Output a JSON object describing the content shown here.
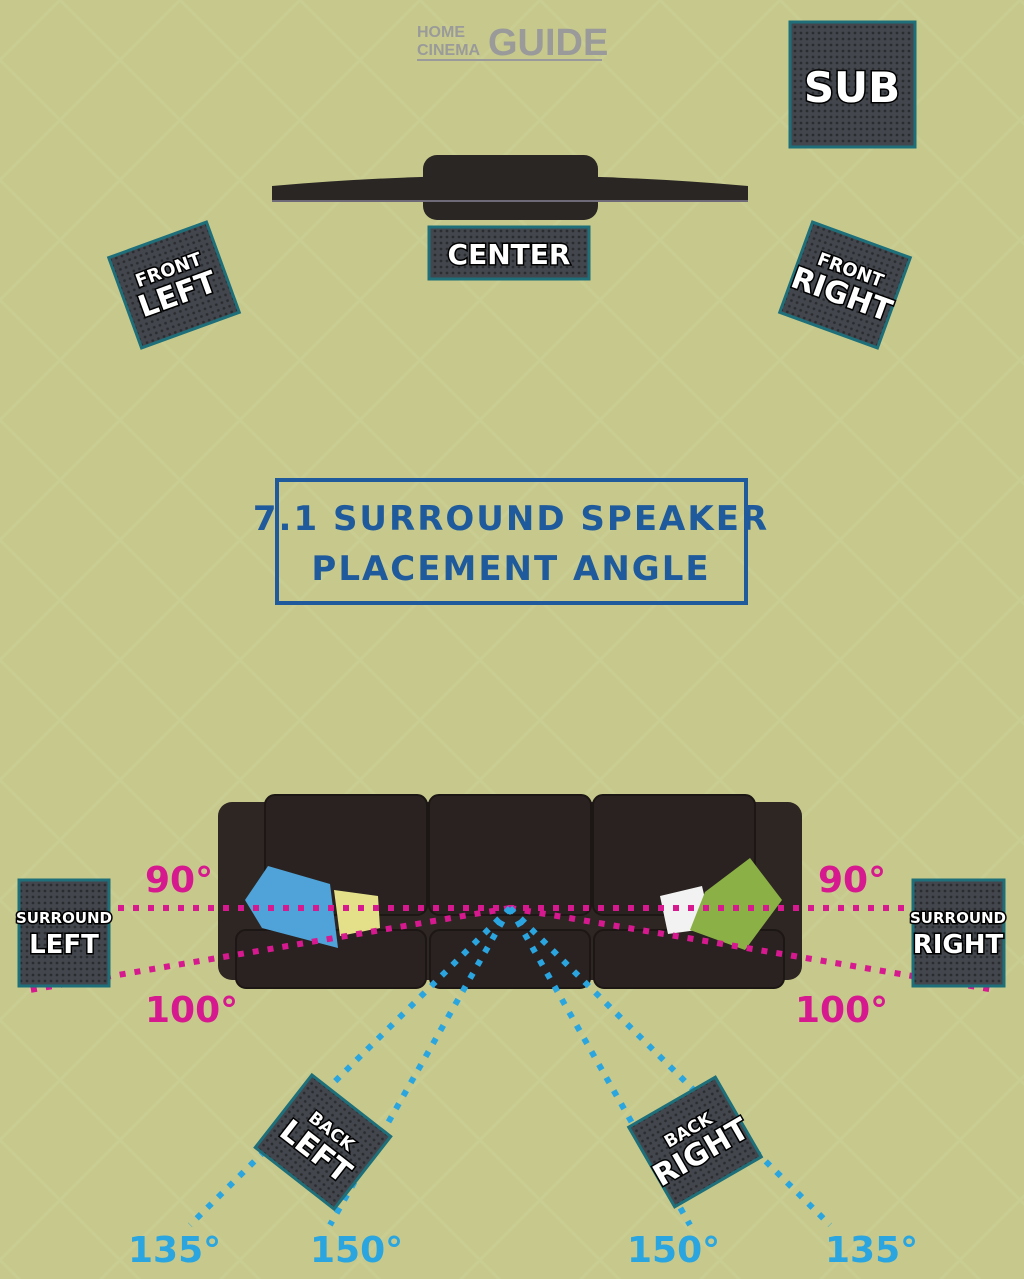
{
  "logo": {
    "line1": "HOME",
    "line2": "CINEMA",
    "brand": "GUIDE"
  },
  "title": {
    "line1": "7.1 SURROUND SPEAKER",
    "line2": "PLACEMENT ANGLE"
  },
  "speakers": {
    "sub": "SUB",
    "center": "CENTER",
    "front_left": {
      "line1": "FRONT",
      "line2": "LEFT"
    },
    "front_right": {
      "line1": "FRONT",
      "line2": "RIGHT"
    },
    "surround_left": {
      "line1": "SURROUND",
      "line2": "LEFT"
    },
    "surround_right": {
      "line1": "SURROUND",
      "line2": "RIGHT"
    },
    "back_left": {
      "line1": "BACK",
      "line2": "LEFT"
    },
    "back_right": {
      "line1": "BACK",
      "line2": "RIGHT"
    }
  },
  "angles": {
    "left_90": "90°",
    "right_90": "90°",
    "left_100": "100°",
    "right_100": "100°",
    "left_135": "135°",
    "left_150": "150°",
    "right_150": "150°",
    "right_135": "135°"
  },
  "colors": {
    "background": "#c6c98b",
    "speaker_fill": "#3a3d42",
    "speaker_border": "#1e6f7a",
    "sofa": "#2e2623",
    "tv": "#2a2624",
    "side_lines": "#d6198f",
    "rear_lines": "#2aa5e0",
    "title": "#1f5a9c"
  }
}
